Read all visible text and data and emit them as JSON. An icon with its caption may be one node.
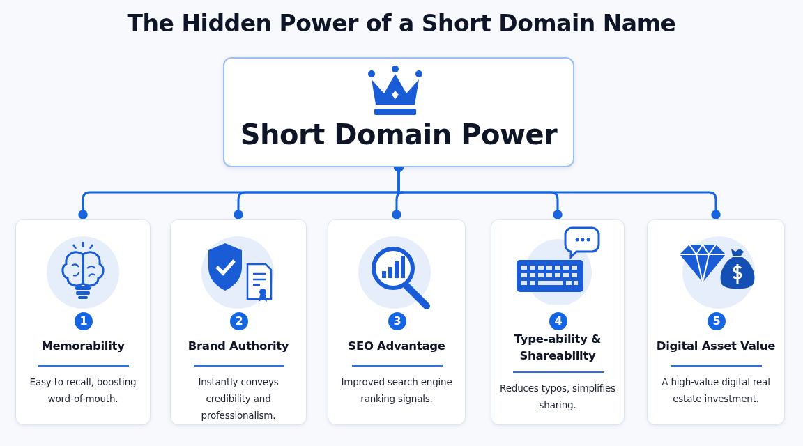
{
  "diagram": {
    "title": "The Hidden Power of a Short Domain Name",
    "nodes": [
      {
        "text": [
          "Short Domain Power"
        ]
      },
      {
        "text": [
          "1",
          "Memorability",
          "Easy to recall, boosting word-of-mouth."
        ]
      },
      {
        "text": [
          "2",
          "Brand Authority",
          "Instantly conveys credibility and professionalism."
        ]
      },
      {
        "text": [
          "3",
          "SEO Advantage",
          "Improved search engine ranking signals."
        ]
      },
      {
        "text": [
          "4",
          "Type-ability & Shareability",
          "Reduces typos, simplifies sharing."
        ]
      },
      {
        "text": [
          "5",
          "Digital Asset Value",
          "A high-value digital real estate investment."
        ]
      }
    ],
    "edges": [
      {
        "from": 0,
        "to": 1,
        "arrow": "other"
      },
      {
        "from": 0,
        "to": 2,
        "arrow": "other"
      },
      {
        "from": 0,
        "to": 3,
        "arrow": "other"
      },
      {
        "from": 0,
        "to": 4,
        "arrow": "other"
      },
      {
        "from": 0,
        "to": 5,
        "arrow": "other"
      }
    ]
  }
}
